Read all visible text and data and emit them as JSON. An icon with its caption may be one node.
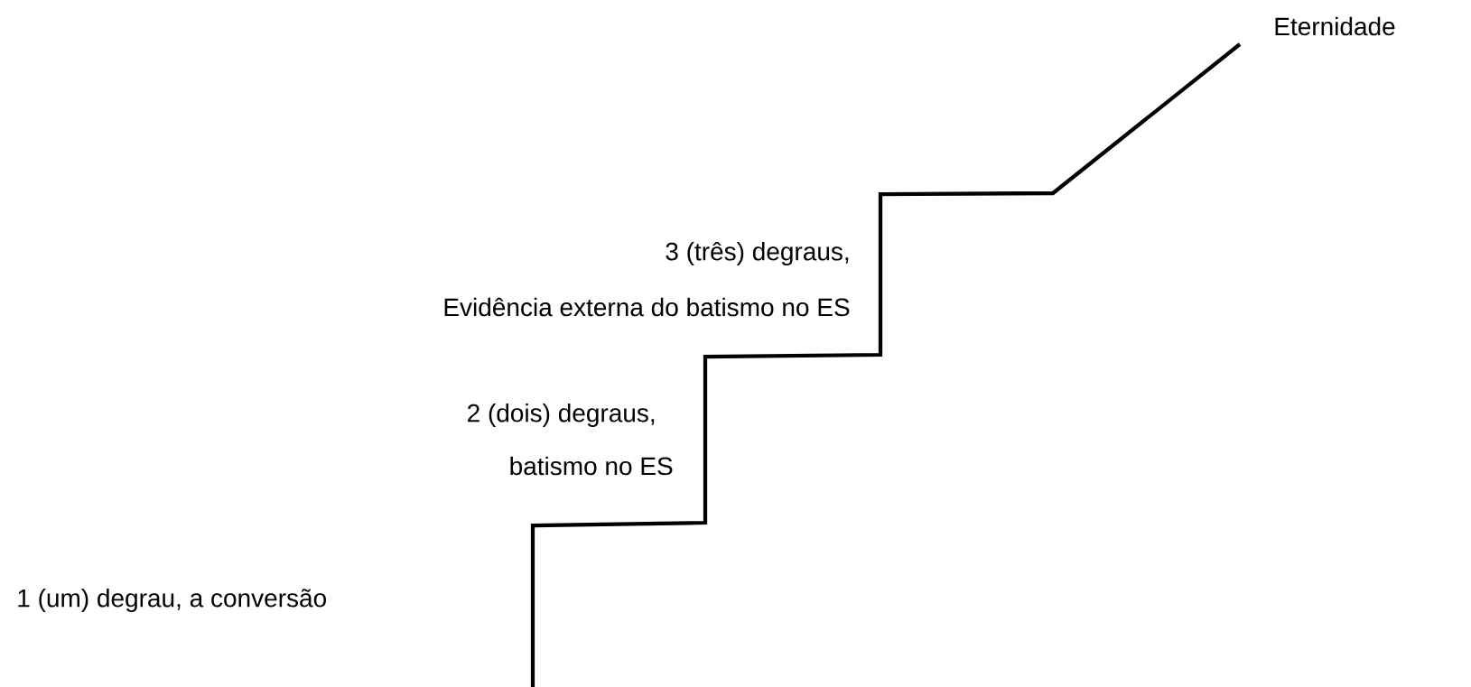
{
  "diagram": {
    "labels": [
      "Eternidade",
      "3 (três) degraus,",
      "Evidência externa do batismo no ES",
      "2 (dois) degraus,",
      "batismo no ES",
      "1 (um) degrau, a conversão"
    ]
  }
}
